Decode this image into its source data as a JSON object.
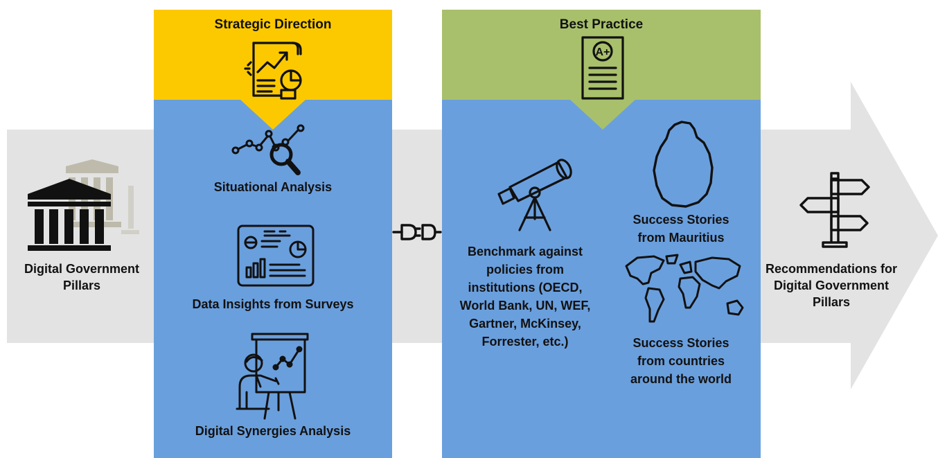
{
  "colors": {
    "arrow": "#e3e3e3",
    "panel": "#6a9fdd",
    "strategic_header": "#fcc900",
    "best_practice_header": "#a8c06b",
    "icon": "#111111",
    "text": "#111111"
  },
  "left_node": {
    "label": "Digital Government Pillars",
    "icon": "government-building-icon"
  },
  "strategic": {
    "title": "Strategic Direction",
    "icon": "strategy-report-icon",
    "items": [
      {
        "label": "Situational Analysis",
        "icon": "analysis-chart-icon"
      },
      {
        "label": "Data Insights from Surveys",
        "icon": "dashboard-icon"
      },
      {
        "label": "Digital Synergies Analysis",
        "icon": "presenter-icon"
      }
    ]
  },
  "connector_icon": "plug-connector-icon",
  "best_practice": {
    "title": "Best Practice",
    "icon": "grade-a-plus-document-icon",
    "benchmark": {
      "label": "Benchmark against policies from institutions (OECD, World Bank, UN, WEF, Gartner, McKinsey, Forrester, etc.)",
      "icon": "telescope-icon"
    },
    "stories": [
      {
        "label": "Success Stories from Mauritius",
        "icon": "mauritius-map-icon"
      },
      {
        "label": "Success Stories from countries around the world",
        "icon": "world-map-icon"
      }
    ]
  },
  "right_node": {
    "label": "Recommendations for Digital Government Pillars",
    "icon": "signpost-icon"
  }
}
